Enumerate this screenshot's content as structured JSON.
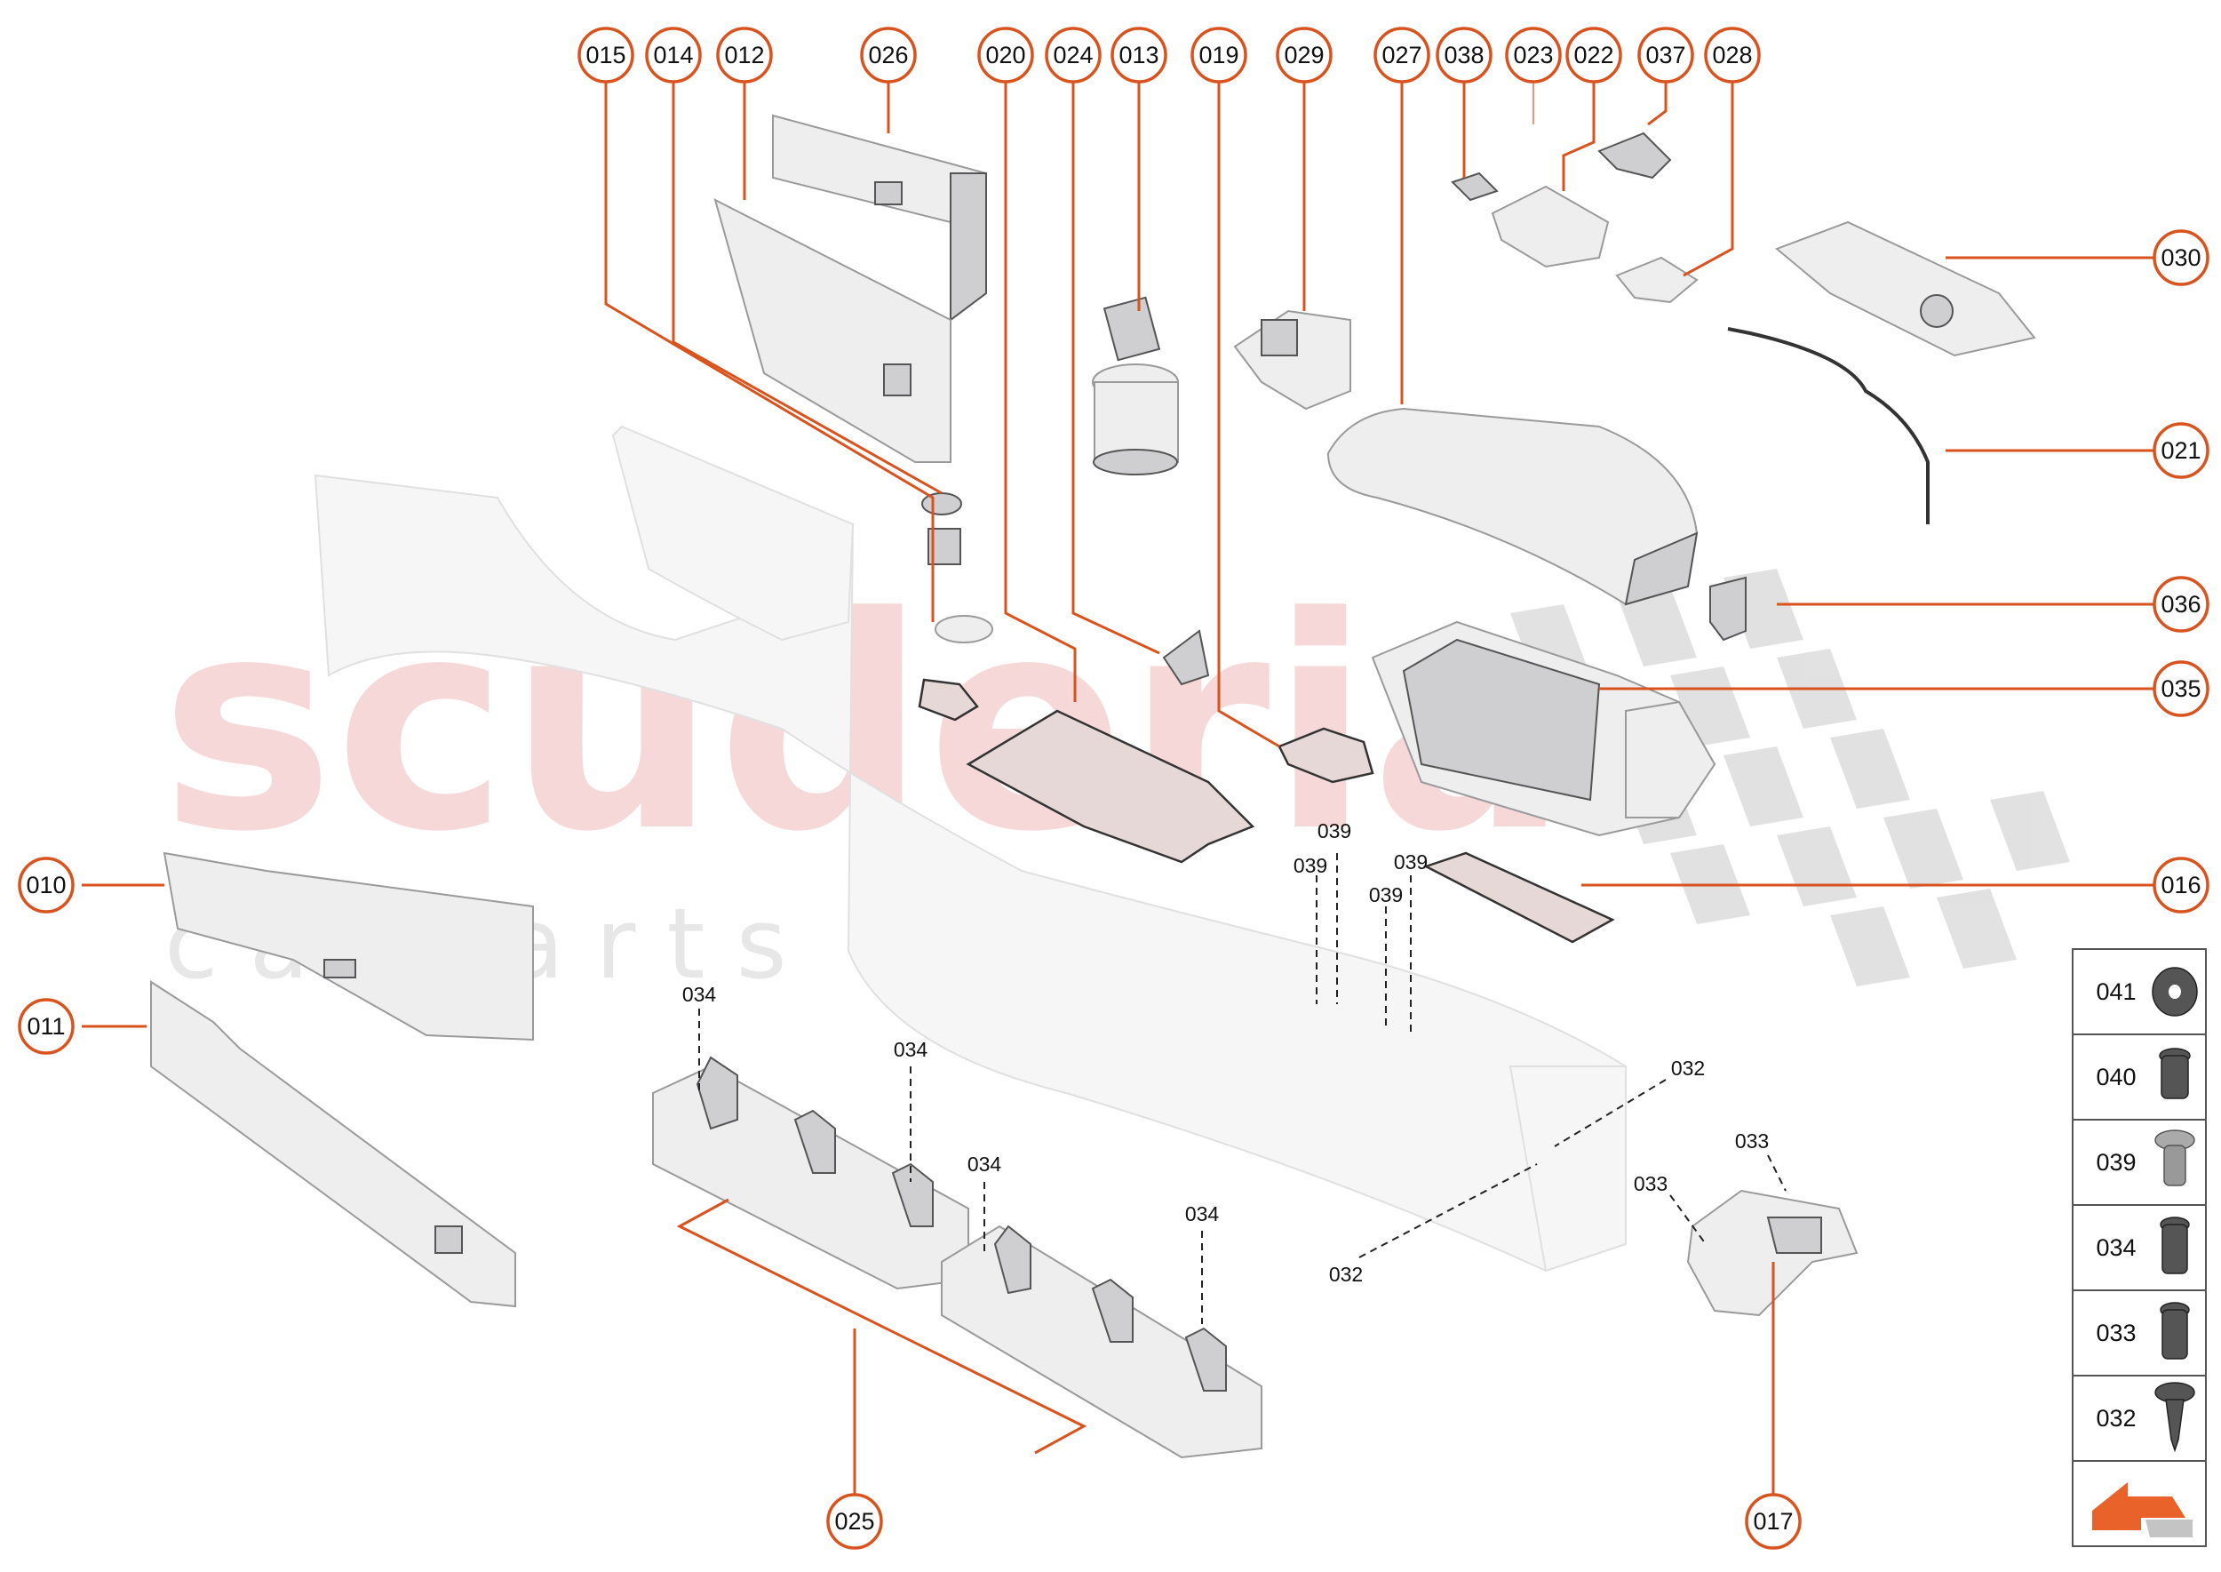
{
  "watermark": {
    "brand": "scuderia",
    "sub": "c a r   p a r t s"
  },
  "callouts": [
    {
      "id": "015",
      "label": "015"
    },
    {
      "id": "014",
      "label": "014"
    },
    {
      "id": "012",
      "label": "012"
    },
    {
      "id": "026",
      "label": "026"
    },
    {
      "id": "020",
      "label": "020"
    },
    {
      "id": "024",
      "label": "024"
    },
    {
      "id": "013",
      "label": "013"
    },
    {
      "id": "019",
      "label": "019"
    },
    {
      "id": "029",
      "label": "029"
    },
    {
      "id": "027",
      "label": "027"
    },
    {
      "id": "038",
      "label": "038"
    },
    {
      "id": "023",
      "label": "023"
    },
    {
      "id": "022",
      "label": "022"
    },
    {
      "id": "037",
      "label": "037"
    },
    {
      "id": "028",
      "label": "028"
    },
    {
      "id": "030",
      "label": "030"
    },
    {
      "id": "021",
      "label": "021"
    },
    {
      "id": "036",
      "label": "036"
    },
    {
      "id": "035",
      "label": "035"
    },
    {
      "id": "016",
      "label": "016"
    },
    {
      "id": "010",
      "label": "010"
    },
    {
      "id": "011",
      "label": "011"
    },
    {
      "id": "025",
      "label": "025"
    },
    {
      "id": "017",
      "label": "017"
    }
  ],
  "minor_labels": [
    {
      "id": "039a",
      "label": "039"
    },
    {
      "id": "039b",
      "label": "039"
    },
    {
      "id": "039c",
      "label": "039"
    },
    {
      "id": "039d",
      "label": "039"
    },
    {
      "id": "034a",
      "label": "034"
    },
    {
      "id": "034b",
      "label": "034"
    },
    {
      "id": "034c",
      "label": "034"
    },
    {
      "id": "034d",
      "label": "034"
    },
    {
      "id": "032a",
      "label": "032"
    },
    {
      "id": "032b",
      "label": "032"
    },
    {
      "id": "033a",
      "label": "033"
    },
    {
      "id": "033b",
      "label": "033"
    }
  ],
  "legend": [
    {
      "code": "041",
      "icon": "washer-icon"
    },
    {
      "code": "040",
      "icon": "bolt-icon"
    },
    {
      "code": "039",
      "icon": "screw-icon"
    },
    {
      "code": "034",
      "icon": "bolt-icon"
    },
    {
      "code": "033",
      "icon": "bolt-icon"
    },
    {
      "code": "032",
      "icon": "self-tapping-screw-icon"
    }
  ],
  "legend_footer_icon": "orientation-arrow-icon",
  "colors": {
    "accent": "#d9531e",
    "watermark": "#f1b9b9"
  }
}
